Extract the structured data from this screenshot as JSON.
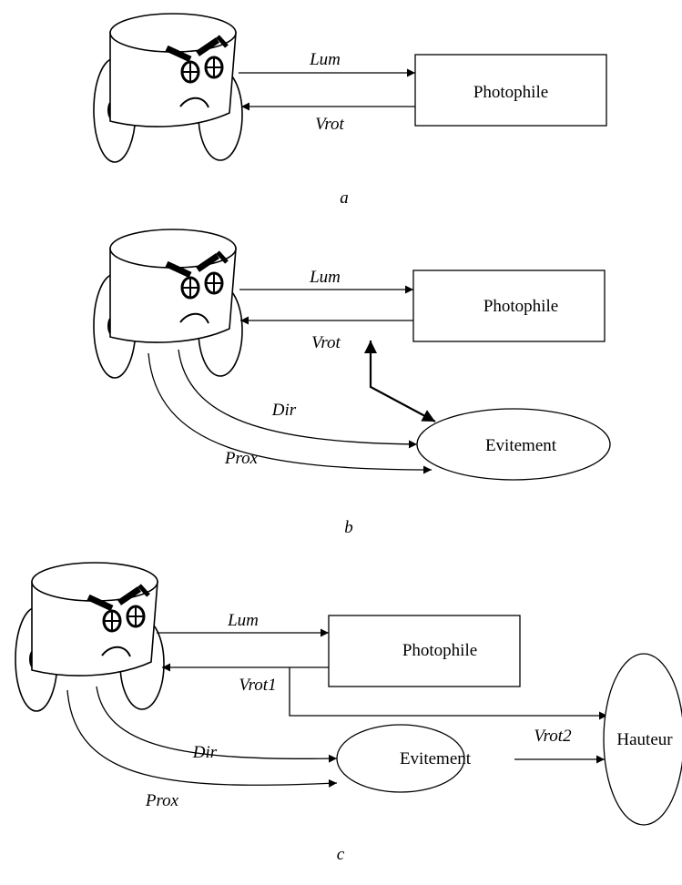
{
  "panels": [
    {
      "caption": "a",
      "boxes": {
        "photophile": "Photophile"
      },
      "signals": {
        "lum": "Lum",
        "vrot": "Vrot"
      }
    },
    {
      "caption": "b",
      "boxes": {
        "photophile": "Photophile"
      },
      "ellipses": {
        "evitement": "Evitement"
      },
      "signals": {
        "lum": "Lum",
        "vrot": "Vrot",
        "dir": "Dir",
        "prox": "Prox"
      }
    },
    {
      "caption": "c",
      "boxes": {
        "photophile": "Photophile"
      },
      "ellipses": {
        "evitement": "Evitement",
        "hauteur": "Hauteur"
      },
      "signals": {
        "lum": "Lum",
        "vrot1": "Vrot1",
        "dir": "Dir",
        "prox": "Prox",
        "vrot2": "Vrot2"
      }
    }
  ]
}
